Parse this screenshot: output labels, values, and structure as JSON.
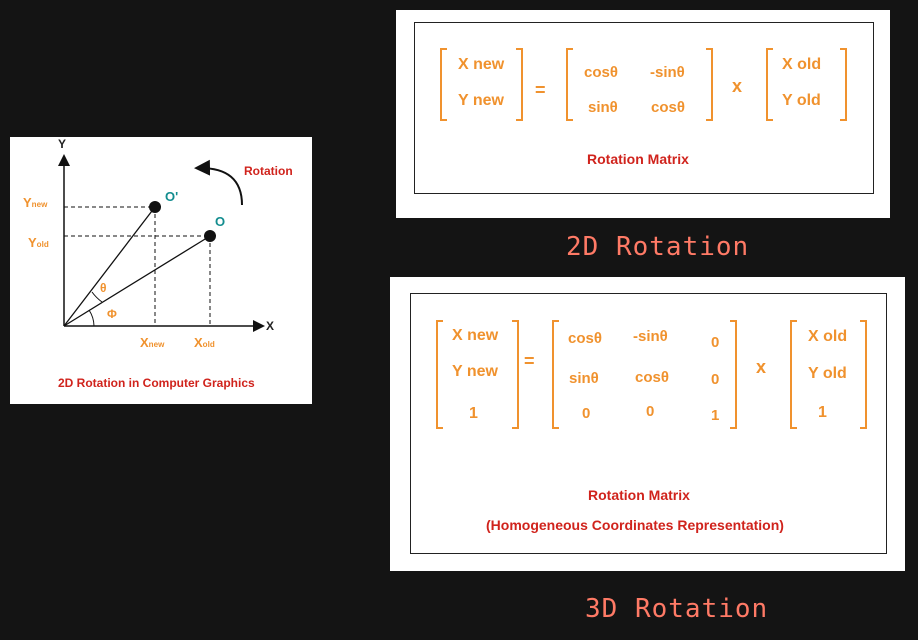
{
  "colors": {
    "background": "#141414",
    "accent_orange": "#f0922e",
    "caption_red": "#d0231c",
    "point_teal": "#138d8f",
    "heading_salmon": "#ff7a66"
  },
  "diagram": {
    "axis_y": "Y",
    "axis_x": "X",
    "rotation_label": "Rotation",
    "y_new": {
      "base": "Y",
      "sub": "new"
    },
    "y_old": {
      "base": "Y",
      "sub": "old"
    },
    "x_new": {
      "base": "X",
      "sub": "new"
    },
    "x_old": {
      "base": "X",
      "sub": "old"
    },
    "point_new": "O'",
    "point_old": "O",
    "theta": "θ",
    "phi": "Φ",
    "caption": "2D Rotation in Computer Graphics"
  },
  "matrix2d": {
    "lhs": [
      "X new",
      "Y new"
    ],
    "equals": "=",
    "m": [
      [
        "cosθ",
        "-sinθ"
      ],
      [
        "sinθ",
        "cosθ"
      ]
    ],
    "times": "x",
    "rhs": [
      "X old",
      "Y old"
    ],
    "caption": "Rotation Matrix",
    "heading": "2D Rotation"
  },
  "matrix3d": {
    "lhs": [
      "X new",
      "Y new",
      "1"
    ],
    "equals": "=",
    "m": [
      [
        "cosθ",
        "-sinθ",
        "0"
      ],
      [
        "sinθ",
        "cosθ",
        "0"
      ],
      [
        "0",
        "0",
        "1"
      ]
    ],
    "times": "x",
    "rhs": [
      "X old",
      "Y old",
      "1"
    ],
    "caption": "Rotation Matrix",
    "caption2": "(Homogeneous Coordinates Representation)",
    "heading": "3D Rotation"
  }
}
